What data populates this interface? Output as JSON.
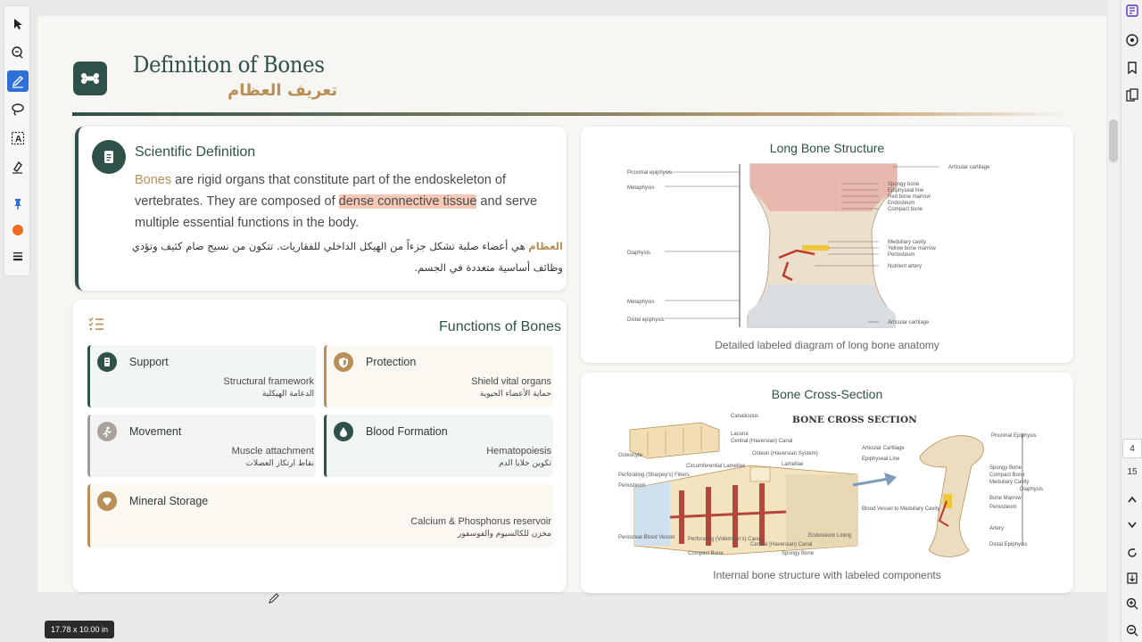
{
  "slide": {
    "title_en": "Definition of Bones",
    "title_ar": "تعريف العظام"
  },
  "definition": {
    "heading": "Scientific Definition",
    "term": "Bones",
    "text_1": " are rigid organs that constitute part of the endoskeleton of vertebrates. They are composed of ",
    "highlight": "dense connective tissue",
    "text_2": " and serve multiple essential functions in the body.",
    "term_ar": "العظام",
    "text_ar": " هي أعضاء صلبة تشكل جزءاً من الهيكل الداخلي للفقاريات. تتكون من نسيج ضام كثيف وتؤدي وظائف أساسية متعددة في الجسم."
  },
  "functions": {
    "heading": "Functions of Bones",
    "items": [
      {
        "name": "Support",
        "en": "Structural framework",
        "ar": "الدعامة الهيكلية"
      },
      {
        "name": "Protection",
        "en": "Shield vital organs",
        "ar": "حماية الأعضاء الحيوية"
      },
      {
        "name": "Movement",
        "en": "Muscle attachment",
        "ar": "نقاط ارتكاز العضلات"
      },
      {
        "name": "Blood Formation",
        "en": "Hematopoiesis",
        "ar": "تكوين خلايا الدم"
      },
      {
        "name": "Mineral Storage",
        "en": "Calcium & Phosphorus reservoir",
        "ar": "مخزن للكالسيوم والفوسفور"
      }
    ]
  },
  "long_bone": {
    "title": "Long Bone Structure",
    "caption": "Detailed labeled diagram of long bone anatomy",
    "left_labels": [
      "Proximal epiphysis",
      "Metaphysis",
      "Diaphysis",
      "Metaphysis",
      "Distal epiphysis"
    ],
    "right_labels": [
      "Articular cartilage",
      "Spongy bone",
      "Epiphyseal line",
      "Red bone marrow",
      "Endosteum",
      "Compact bone",
      "Medullary cavity",
      "Yellow bone marrow",
      "Periosteum",
      "Nutrient artery",
      "Articular cartilage"
    ]
  },
  "cross_section": {
    "title": "Bone Cross-Section",
    "caption": "Internal bone structure with labeled components",
    "diagram_title": "BONE CROSS SECTION",
    "labels": [
      "Canaliculus",
      "Lacuna",
      "Central (Haversian) Canal",
      "Osteocyte",
      "Osteon (Haversian System)",
      "Lamellae",
      "Circumferential Lamellae",
      "Perforating (Sharpey's) Fibers",
      "Periosteum",
      "Perforating (Volkmann's) Canal",
      "Central (Haversian) Canal",
      "Endosteum Lining",
      "Compact Bone",
      "Spongy Bone",
      "Blood Vessel to Medullary Cavity",
      "Periosteal Blood Vessel",
      "Articular Cartilage",
      "Epiphyseal Line",
      "Proximal Epiphysis",
      "Spongy Bone",
      "Compact Bone",
      "Medullary Cavity",
      "Diaphysis",
      "Bone Marrow",
      "Periosteum",
      "Artery",
      "Distal Epiphysis"
    ]
  },
  "viewer": {
    "page_size": "17.78 x 10.00 in",
    "page_number": "4",
    "page_count": "15"
  }
}
